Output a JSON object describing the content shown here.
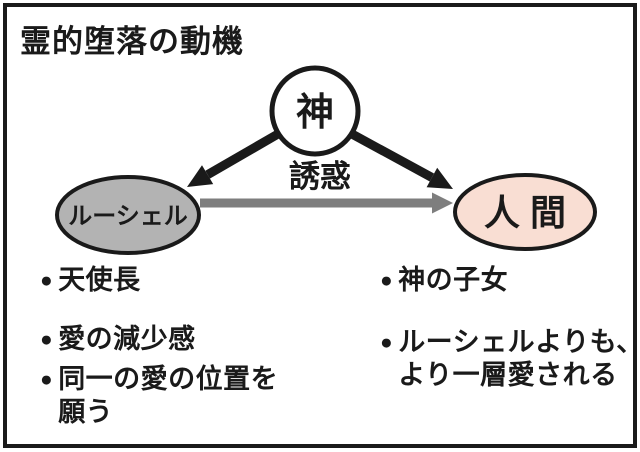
{
  "title": "霊的堕落の動機",
  "colors": {
    "ink": "#1a1a1a",
    "lucifer_fill": "#b3b3b3",
    "human_fill": "#f9ded3",
    "arrow_gray": "#7e7e7e",
    "background": "#ffffff"
  },
  "icons": {
    "bullet": "●"
  },
  "diagram": {
    "god_label": "神",
    "lucifer_label": "ルーシェル",
    "human_label": "人間",
    "temptation_label": "誘惑"
  },
  "notes": {
    "lucifer": [
      {
        "lines": [
          "天使長"
        ]
      },
      {
        "lines": [
          "愛の減少感"
        ]
      },
      {
        "lines": [
          "同一の愛の位置を",
          "願う"
        ]
      }
    ],
    "human": [
      {
        "lines": [
          "神の子女"
        ]
      },
      {
        "lines": [
          "ルーシェルよりも、",
          "より一層愛される"
        ]
      }
    ]
  }
}
